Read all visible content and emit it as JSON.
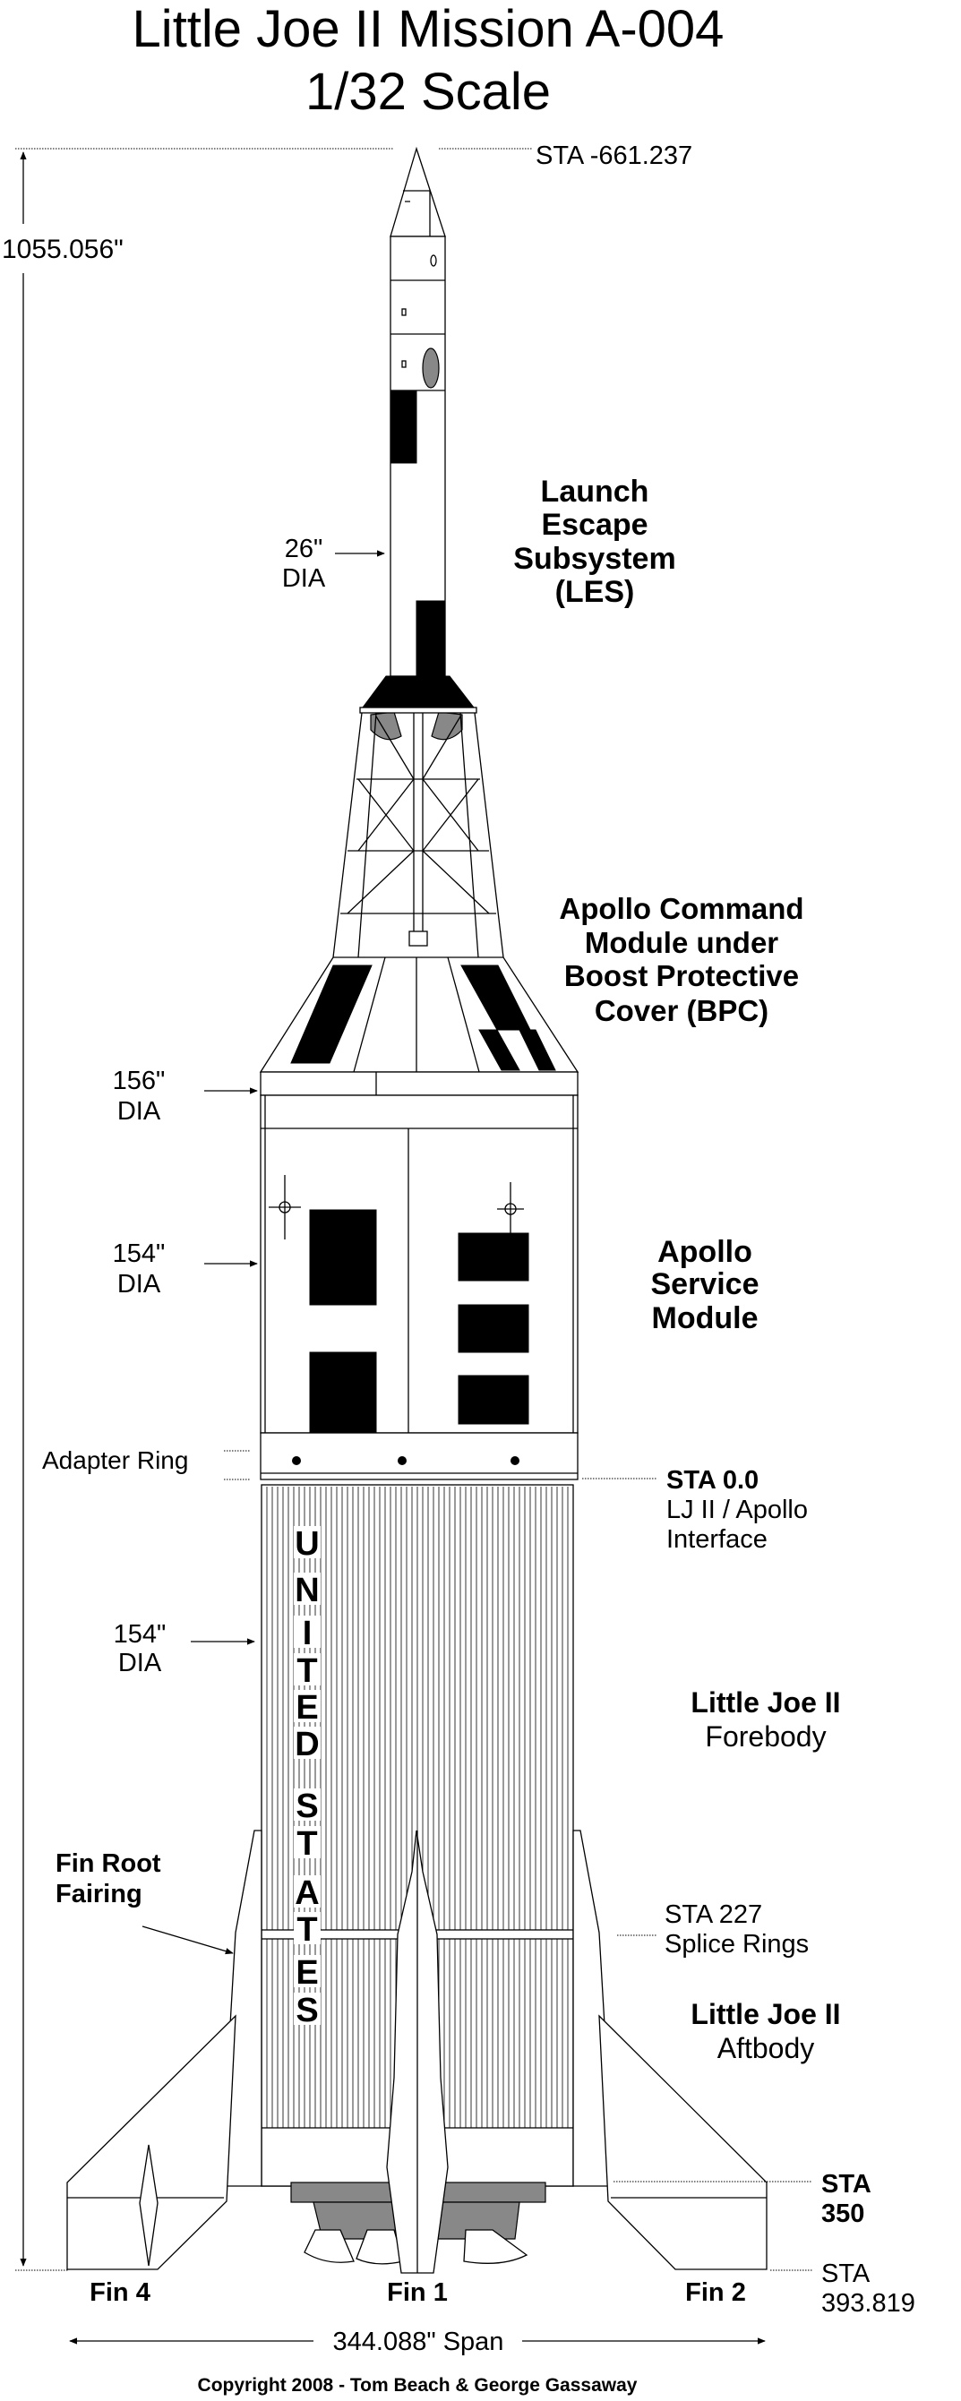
{
  "title": {
    "line1": "Little Joe II Mission A-004",
    "line2": "1/32 Scale"
  },
  "dimensions": {
    "overall_height": "1055.056\"",
    "span": "344.088\" Span",
    "nose_station": "STA  -661.237"
  },
  "labels": {
    "les": [
      "Launch",
      "Escape",
      "Subsystem",
      "(LES)"
    ],
    "les_dia": [
      "26\"",
      "DIA"
    ],
    "cm": [
      "Apollo Command",
      "Module under",
      "Boost Protective",
      "Cover (BPC)"
    ],
    "cm_dia": [
      "156\"",
      "DIA"
    ],
    "sm_dia": [
      "154\"",
      "DIA"
    ],
    "sm": [
      "Apollo",
      "Service",
      "Module"
    ],
    "adapter_ring": "Adapter Ring",
    "sta0": [
      "STA  0.0",
      "LJ II / Apollo",
      "Interface"
    ],
    "forebody_dia": [
      "154\"",
      "DIA"
    ],
    "forebody": [
      "Little Joe II",
      "Forebody"
    ],
    "fin_root": [
      "Fin Root",
      "Fairing"
    ],
    "splice": [
      "STA  227",
      "Splice Rings"
    ],
    "aftbody": [
      "Little Joe II",
      "Aftbody"
    ],
    "sta350": [
      "STA",
      "350"
    ],
    "sta393": [
      "STA",
      "393.819"
    ],
    "fins": [
      "Fin 4",
      "Fin 1",
      "Fin 2"
    ],
    "body_lettering": [
      "U",
      "N",
      "I",
      "T",
      "E",
      "D",
      "S",
      "T",
      "A",
      "T",
      "E",
      "S"
    ]
  },
  "copyright": "Copyright 2008  -  Tom Beach & George Gassaway"
}
